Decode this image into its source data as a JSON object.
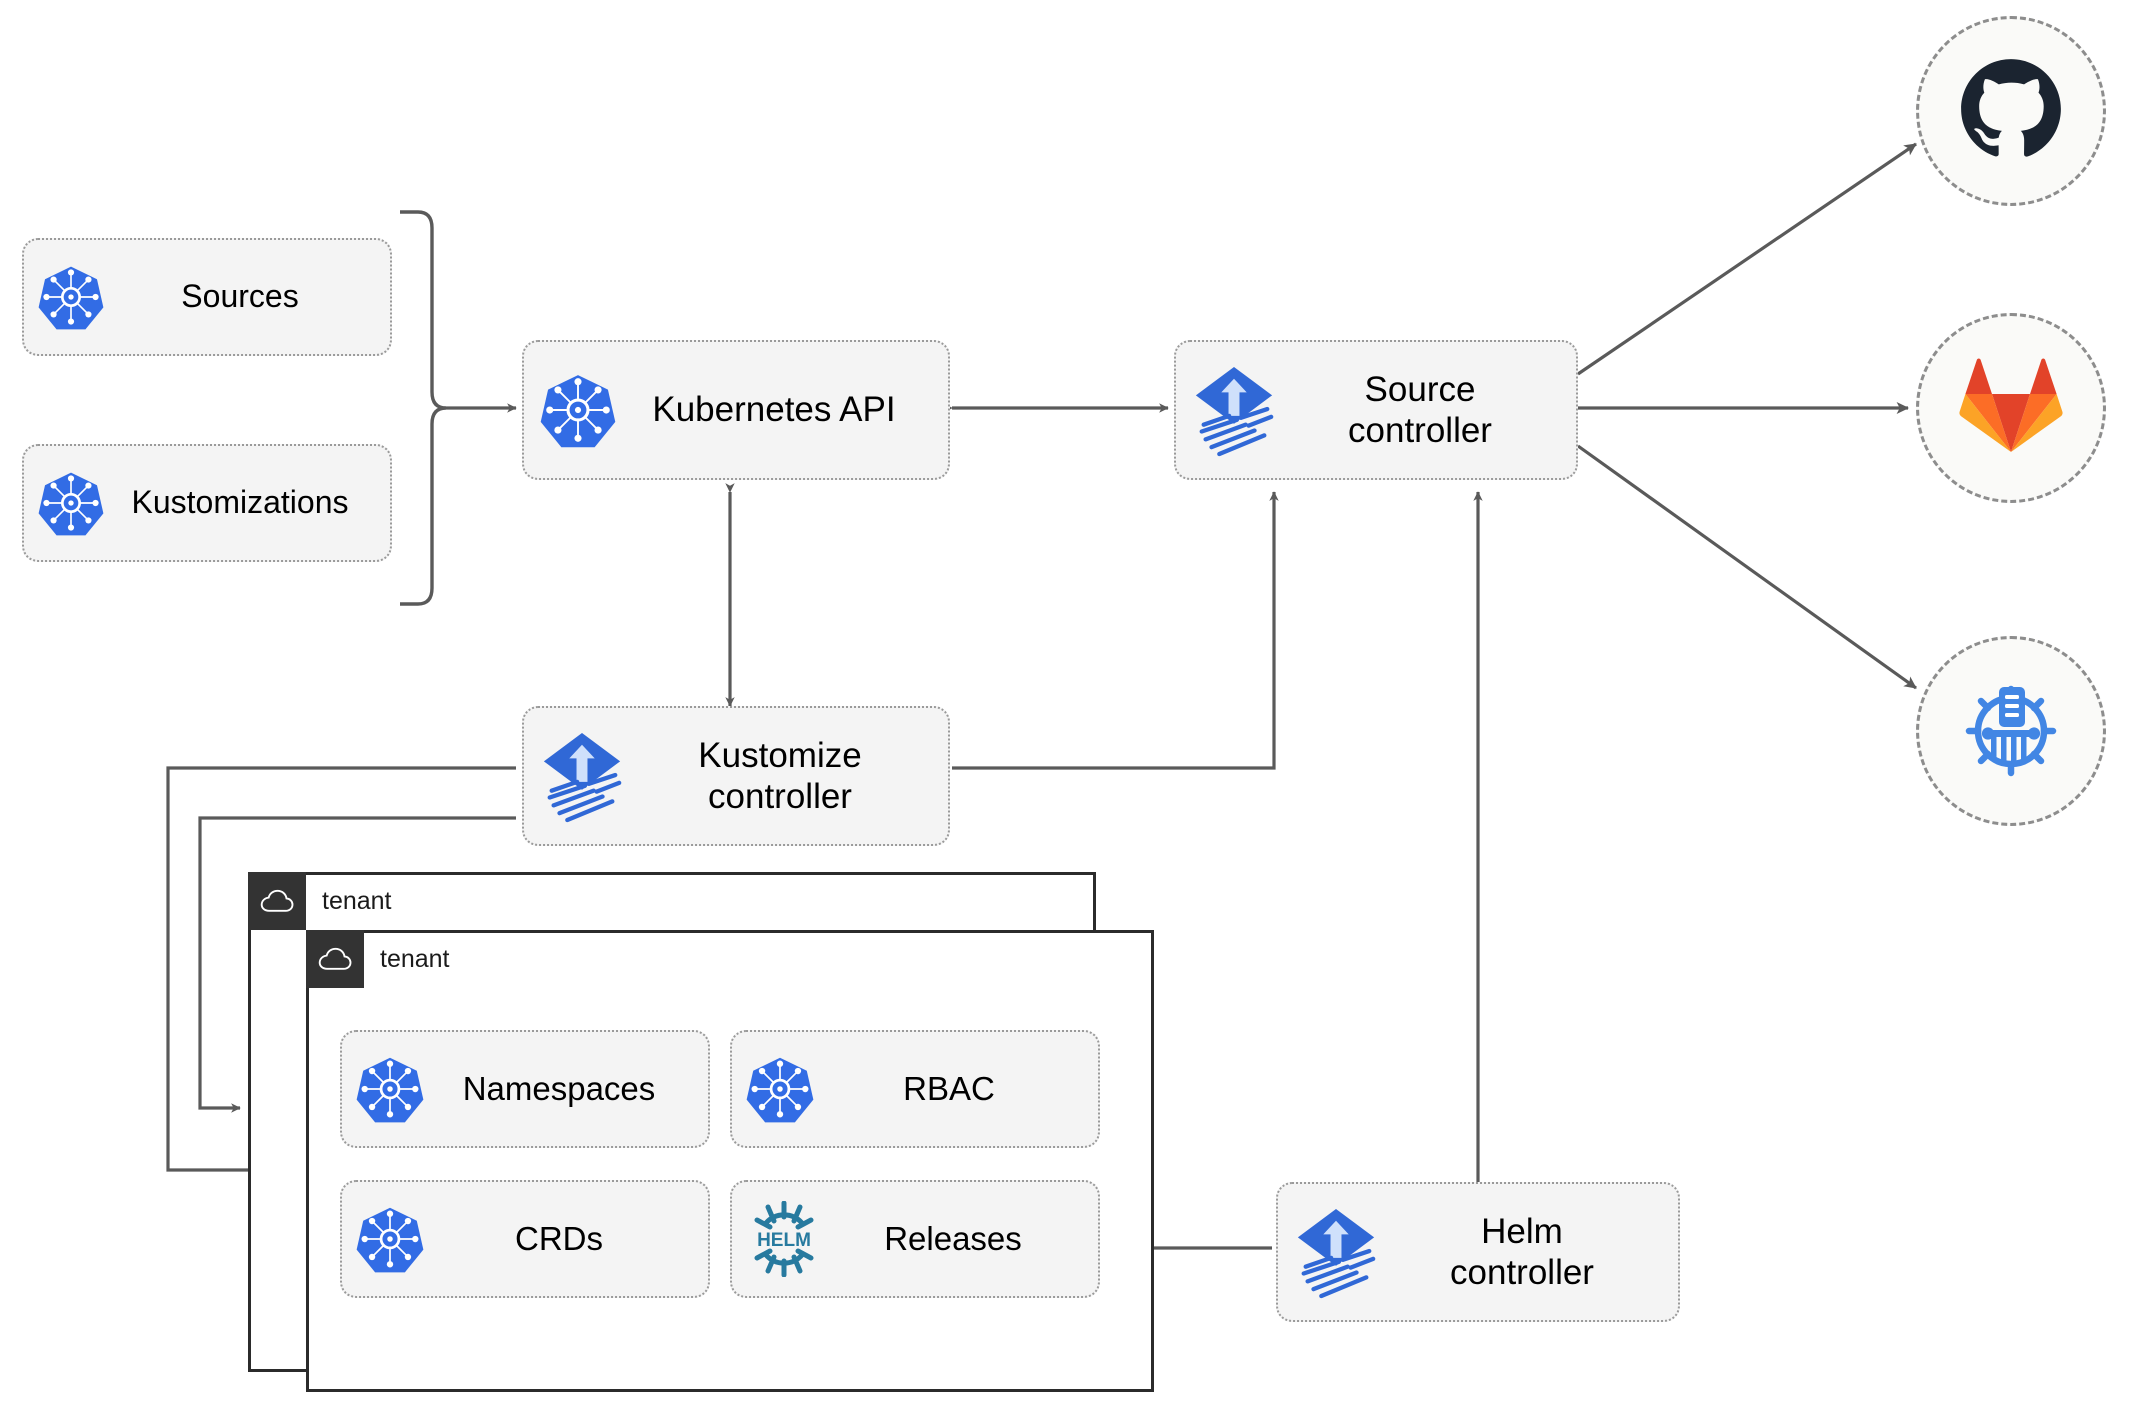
{
  "diagram": {
    "title": "Flux GitOps multi-tenancy architecture",
    "colors": {
      "kubernetes_blue": "#326ce5",
      "flux_blue": "#3068d6",
      "helm_teal": "#277A9F",
      "github_navy": "#1B2430",
      "gitlab_orange": "#E24329",
      "gitlab_orange_light": "#FC6D26",
      "gitlab_orange_pale": "#FCA326",
      "harbor_blue": "#4286E4",
      "node_fill": "#f4f4f4",
      "node_border": "#9a9a9a",
      "wire": "#5a5a5a",
      "tenant_border": "#2b2b2b",
      "tenant_badge": "#333333"
    },
    "nodes": {
      "sources": {
        "label": "Sources",
        "icon": "kubernetes-icon"
      },
      "kustomizations": {
        "label": "Kustomizations",
        "icon": "kubernetes-icon"
      },
      "kubernetes_api": {
        "label": "Kubernetes API",
        "icon": "kubernetes-icon"
      },
      "source_controller": {
        "label": "Source\ncontroller",
        "icon": "flux-icon"
      },
      "kustomize_controller": {
        "label": "Kustomize\ncontroller",
        "icon": "flux-icon"
      },
      "helm_controller": {
        "label": "Helm\ncontroller",
        "icon": "flux-icon"
      },
      "namespaces": {
        "label": "Namespaces",
        "icon": "kubernetes-icon"
      },
      "rbac": {
        "label": "RBAC",
        "icon": "kubernetes-icon"
      },
      "crds": {
        "label": "CRDs",
        "icon": "kubernetes-icon"
      },
      "releases": {
        "label": "Releases",
        "icon": "helm-icon"
      }
    },
    "tenants": [
      {
        "name": "tenant",
        "icon": "cloud-icon"
      },
      {
        "name": "tenant",
        "icon": "cloud-icon"
      }
    ],
    "providers": [
      {
        "name": "github",
        "icon": "github-icon"
      },
      {
        "name": "gitlab",
        "icon": "gitlab-icon"
      },
      {
        "name": "harbor",
        "icon": "harbor-icon"
      }
    ],
    "edges": [
      {
        "from": "sources-kustomizations-bracket",
        "to": "kubernetes_api",
        "style": "solid-arrow"
      },
      {
        "from": "kubernetes_api",
        "to": "source_controller",
        "style": "solid-double-arrow"
      },
      {
        "from": "kubernetes_api",
        "to": "kustomize_controller",
        "style": "solid-double-arrow"
      },
      {
        "from": "kustomize_controller",
        "to": "source_controller",
        "style": "solid-arrow"
      },
      {
        "from": "helm_controller",
        "to": "source_controller",
        "style": "solid-arrow"
      },
      {
        "from": "helm_controller",
        "to": "releases",
        "style": "solid-arrow"
      },
      {
        "from": "kustomize_controller",
        "to": "tenant-1",
        "style": "solid-arrow"
      },
      {
        "from": "kustomize_controller",
        "to": "tenant-2",
        "style": "solid-arrow"
      },
      {
        "from": "source_controller",
        "to": "github",
        "style": "solid-arrow"
      },
      {
        "from": "source_controller",
        "to": "gitlab",
        "style": "solid-arrow"
      },
      {
        "from": "source_controller",
        "to": "harbor",
        "style": "solid-arrow"
      }
    ]
  }
}
